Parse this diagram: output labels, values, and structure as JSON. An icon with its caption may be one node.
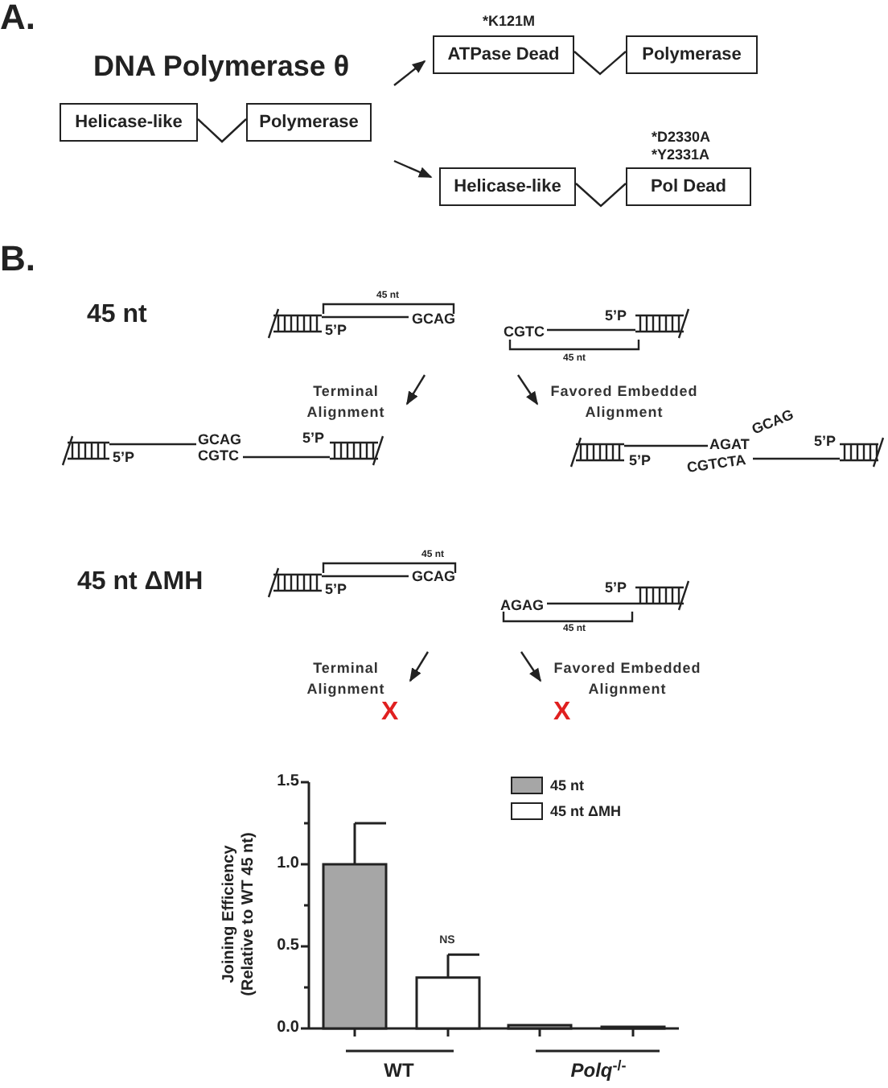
{
  "diagram": {
    "nodes": [
      {
        "text": [
          "Helicase-like"
        ]
      },
      {
        "text": [
          "Polymerase"
        ]
      },
      {
        "text": [
          "ATPase Dead"
        ],
        "beside": [
          "*K121M"
        ]
      },
      {
        "text": [
          "Polymerase"
        ]
      },
      {
        "text": [
          "Helicase-like"
        ]
      },
      {
        "text": [
          "Pol Dead"
        ],
        "beside": [
          "*D2330A",
          "*Y2331A"
        ]
      }
    ],
    "edges": [
      {
        "from": 0,
        "to": 1,
        "arrow": "none"
      },
      {
        "from": null,
        "to": 2,
        "arrow": "to"
      },
      {
        "from": 2,
        "to": 3,
        "arrow": "none"
      },
      {
        "from": null,
        "to": 4,
        "arrow": "to"
      },
      {
        "from": 4,
        "to": 5,
        "arrow": "none"
      }
    ],
    "labels": [
      "A.",
      "DNA Polymerase θ",
      "B.",
      "45 nt",
      "45 nt",
      "GCAG",
      "5’P",
      "5’P",
      "CGTC",
      "45 nt",
      "Terminal Alignment",
      "Favored Embedded Alignment",
      "5’P",
      "GCAG",
      "CGTC",
      "5’P",
      "5’P",
      "AGAT",
      "GCAG",
      "CGTCTA",
      "5’P",
      "45 nt ΔMH",
      "45 nt",
      "GCAG",
      "5’P",
      "5’P",
      "AGAG",
      "45 nt",
      "Terminal Alignment",
      "Favored Embedded Alignment",
      "X",
      "X"
    ],
    "chart_data": {
      "type": "bar",
      "ylabel": "Joining Efficiency (Relative to WT 45 nt)",
      "categories": [
        "WT",
        "*Polq*$^{-/-}$"
      ],
      "series": [
        {
          "name": "45 nt",
          "color": "#a6a6a6",
          "values": [
            1.0,
            0.02
          ],
          "errors": [
            0.25,
            null
          ]
        },
        {
          "name": "45 nt ΔMH",
          "color": "#ffffff",
          "values": [
            0.31,
            0.01
          ],
          "errors": [
            0.14,
            null
          ]
        }
      ],
      "ylim": [
        0,
        1.5
      ],
      "yticks": [
        {
          "value": 0,
          "label": "0.0"
        },
        {
          "value": 0.5,
          "label": "0.5"
        },
        {
          "value": 1,
          "label": "1.0"
        },
        {
          "value": 1.5,
          "label": "1.5"
        }
      ],
      "legend": "upper right",
      "annotations": [
        "NS"
      ]
    }
  }
}
